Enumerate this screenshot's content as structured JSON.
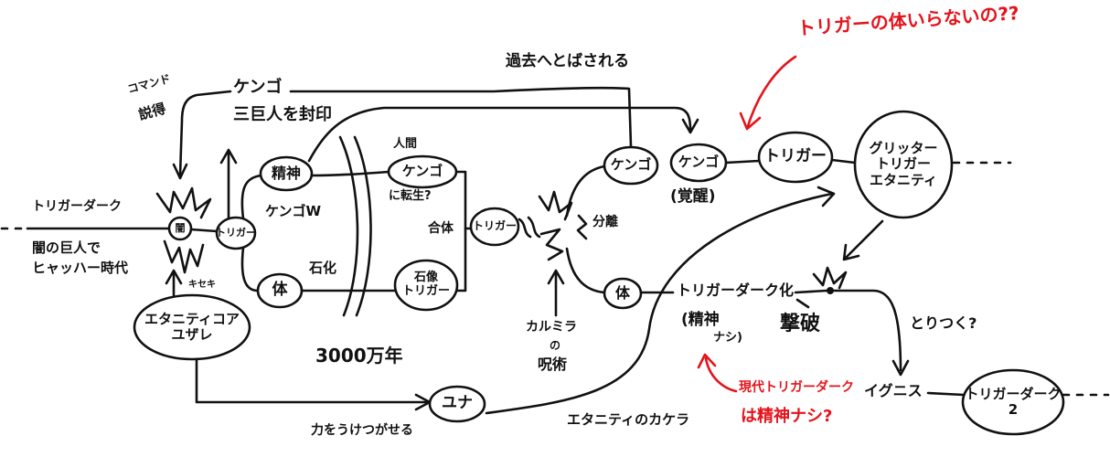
{
  "colors": {
    "ink": "#111111",
    "accent_red": "#e4131b",
    "background": "#ffffff"
  },
  "nodes": {
    "yami": "闇",
    "trigger_small": "トリガー",
    "seishin": "精神",
    "karada_left": "体",
    "kengo_human": "ケンゴ",
    "sekizo_trigger": {
      "line1": "石像",
      "line2": "トリガー"
    },
    "trigger_center": "トリガー",
    "kengo_right": "ケンゴ",
    "karada_right": "体",
    "kengo_awakened": "ケンゴ",
    "trigger_right": "トリガー",
    "glitter_trigger_eternity": {
      "line1": "グリッター",
      "line2": "トリガー",
      "line3": "エタニティ"
    },
    "eternity_core_yuzare": {
      "line1": "エタニティコア",
      "line2": "ユザレ"
    },
    "yuna": "ユナ",
    "trigger_dark_2": {
      "line1": "トリガーダーク",
      "line2": "2"
    }
  },
  "labels": {
    "question_trigger_body": "トリガーの体いらないの??",
    "sent_to_past": "過去へとばされる",
    "command": "コマンド",
    "persuade": "説得",
    "kengo_top": "ケンゴ",
    "seal_three_giants": "三巨人を封印",
    "trigger_dark": "トリガーダーク",
    "dark_giant": "闇の巨人で",
    "hyahha_era": "ヒャッハー時代",
    "miracle": "キセキ",
    "kengo_w": "ケンゴW",
    "petrified": "石化",
    "human": "人間",
    "reincarnate": "に転生?",
    "merge": "合体",
    "separate": "分離",
    "awakened": "(覚醒)",
    "become_trigger_dark": "トリガーダーク化",
    "no_spirit_1": "(精神",
    "no_spirit_2": "ナシ)",
    "defeat": "撃破",
    "possess": "とりつく?",
    "ignis": "イグニス",
    "modern_td_1": "現代トリガーダーク",
    "modern_td_2": "は精神ナシ?",
    "thirty_million_years": "3000万年",
    "carmilla_1": "カルミラ",
    "carmilla_2": "の",
    "carmilla_3": "呪術",
    "inherit_power": "力をうけつがせる",
    "eternity_fragment": "エタニティのカケラ"
  }
}
